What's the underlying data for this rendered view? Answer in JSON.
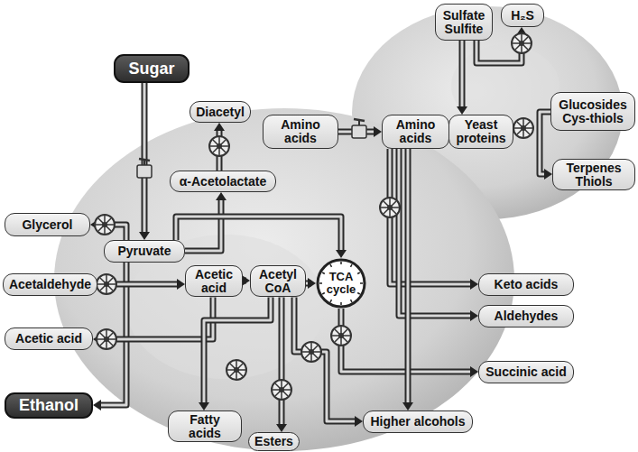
{
  "diagram": {
    "nodes": [
      {
        "text": [
          "Sugar"
        ]
      },
      {
        "text": [
          "Sulfate Sulfite"
        ]
      },
      {
        "text": [
          "H₂S"
        ]
      },
      {
        "text": [
          "Diacetyl"
        ]
      },
      {
        "text": [
          "Glucosides Cys-thiols"
        ]
      },
      {
        "text": [
          "Amino acids"
        ]
      },
      {
        "text": [
          "Amino acids"
        ]
      },
      {
        "text": [
          "Yeast proteins"
        ]
      },
      {
        "text": [
          "Terpenes Thiols"
        ]
      },
      {
        "text": [
          "α-Acetolactate"
        ]
      },
      {
        "text": [
          "Glycerol"
        ]
      },
      {
        "text": [
          "Pyruvate"
        ]
      },
      {
        "text": [
          "Acetaldehyde"
        ]
      },
      {
        "text": [
          "Acetic acid"
        ]
      },
      {
        "text": [
          "Acetyl CoA"
        ]
      },
      {
        "text": [
          "TCA cycle"
        ]
      },
      {
        "text": [
          "Keto acids"
        ]
      },
      {
        "text": [
          "Aldehydes"
        ]
      },
      {
        "text": [
          "Acetic acid"
        ]
      },
      {
        "text": [
          "Succinic acid"
        ]
      },
      {
        "text": [
          "Ethanol"
        ]
      },
      {
        "text": [
          "Fatty acids"
        ]
      },
      {
        "text": [
          "Esters"
        ]
      },
      {
        "text": [
          "Higher alcohols"
        ]
      }
    ],
    "edges": [
      {
        "from": 0,
        "to": 11,
        "arrow": "to"
      },
      {
        "from": 11,
        "to": 10,
        "arrow": "to"
      },
      {
        "from": 11,
        "to": 9,
        "arrow": "to"
      },
      {
        "from": 9,
        "to": 3,
        "arrow": "to"
      },
      {
        "from": 11,
        "to": 15,
        "arrow": "to"
      },
      {
        "from": 11,
        "to": 20,
        "arrow": "to"
      },
      {
        "from": 13,
        "to": 12,
        "arrow": "both"
      },
      {
        "from": 13,
        "to": 14,
        "arrow": "to"
      },
      {
        "from": 14,
        "to": 15,
        "arrow": "to"
      },
      {
        "from": 13,
        "to": 18,
        "arrow": "to"
      },
      {
        "from": 14,
        "to": 21,
        "arrow": "to"
      },
      {
        "from": 14,
        "to": 22,
        "arrow": "to"
      },
      {
        "from": 14,
        "to": 23,
        "arrow": "to"
      },
      {
        "from": 15,
        "to": 19,
        "arrow": "to"
      },
      {
        "from": 5,
        "to": 6,
        "arrow": "to"
      },
      {
        "from": 6,
        "to": 16,
        "arrow": "to"
      },
      {
        "from": 6,
        "to": 17,
        "arrow": "to"
      },
      {
        "from": 6,
        "to": 23,
        "arrow": "to"
      },
      {
        "from": 1,
        "to": 7,
        "arrow": "to"
      },
      {
        "from": 1,
        "to": 2,
        "arrow": "to"
      },
      {
        "from": 4,
        "to": 8,
        "arrow": "to"
      }
    ]
  }
}
